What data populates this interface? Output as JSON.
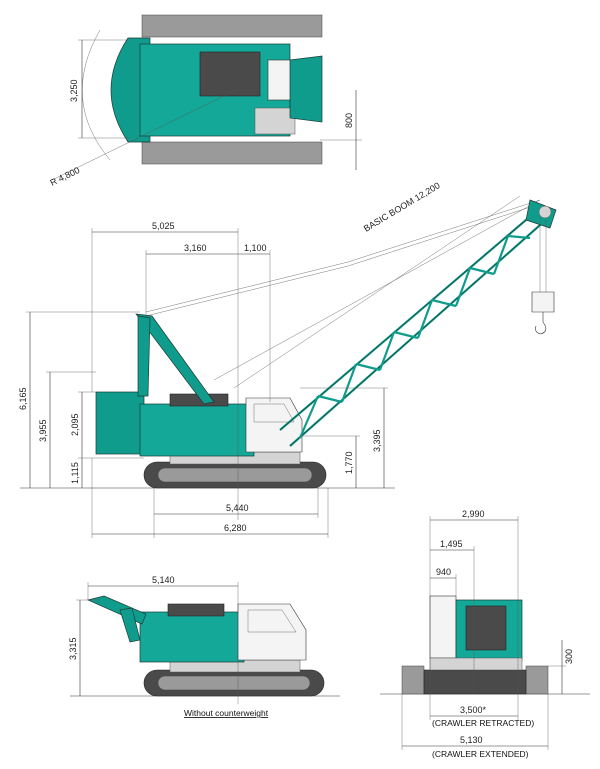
{
  "top_view": {
    "width_label": "3,250",
    "radius_label": "R 4,800",
    "offset_label": "800"
  },
  "side_view": {
    "boom_label": "BASIC BOOM 12,200",
    "dim_5025": "5,025",
    "dim_3160": "3,160",
    "dim_1100": "1,100",
    "dim_6165": "6,165",
    "dim_3955": "3,955",
    "dim_2095": "2,095",
    "dim_1115": "1,115",
    "dim_1770": "1,770",
    "dim_3395": "3,395",
    "dim_5440": "5,440",
    "dim_6280": "6,280"
  },
  "no_cw_view": {
    "length_label": "5,140",
    "height_label": "3,315",
    "caption": "Without counterweight"
  },
  "front_view": {
    "dim_2990": "2,990",
    "dim_1495": "1,495",
    "dim_940": "940",
    "dim_300": "300",
    "dim_3500": "3,500*",
    "retracted_caption": "(CRAWLER RETRACTED)",
    "dim_5130": "5,130",
    "extended_caption": "(CRAWLER EXTENDED)"
  },
  "colors": {
    "machine_body": "#0f9c8c",
    "track": "#4a4a4a",
    "cab": "#f4f4f4"
  }
}
